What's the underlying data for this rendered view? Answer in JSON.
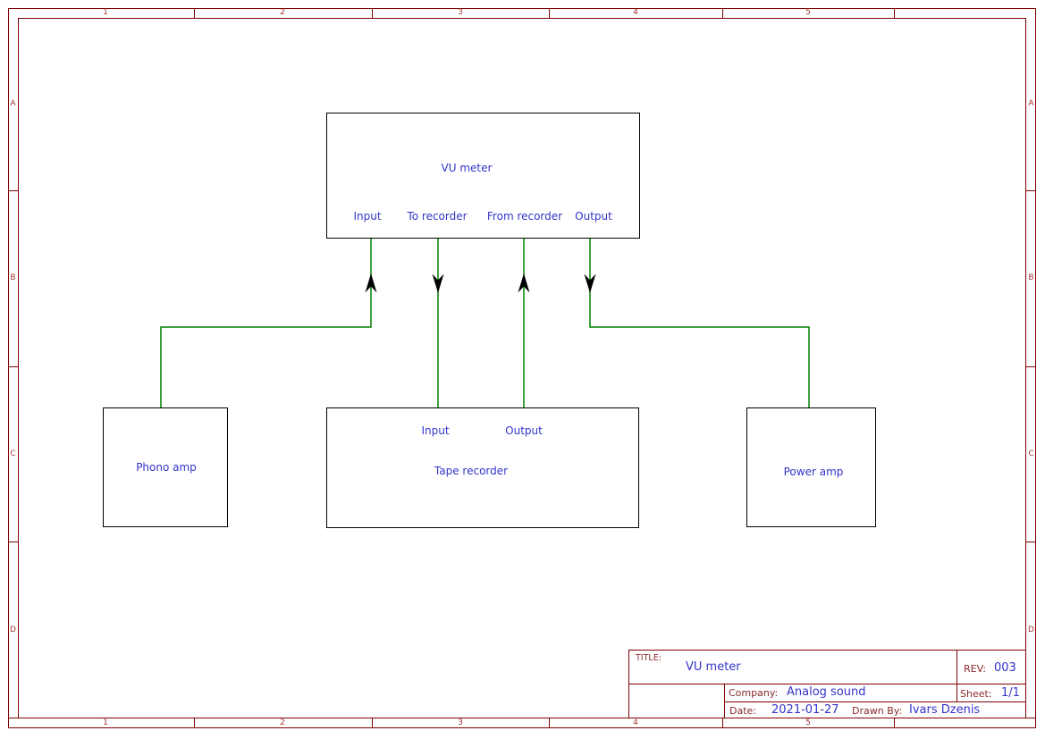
{
  "sheet": {
    "frame": {
      "column_labels": [
        "1",
        "2",
        "3",
        "4",
        "5"
      ],
      "row_labels": [
        "A",
        "B",
        "C",
        "D"
      ]
    },
    "blocks": {
      "vu_meter": {
        "title": "VU meter",
        "ports": {
          "input": "Input",
          "to_recorder": "To recorder",
          "from_recorder": "From recorder",
          "output": "Output"
        }
      },
      "phono_amp": {
        "title": "Phono amp"
      },
      "tape_recorder": {
        "title": "Tape recorder",
        "ports": {
          "input": "Input",
          "output": "Output"
        }
      },
      "power_amp": {
        "title": "Power amp"
      }
    },
    "title_block": {
      "title_label": "TITLE:",
      "title": "VU meter",
      "rev_label": "REV:",
      "rev": "003",
      "company_label": "Company:",
      "company": "Analog sound",
      "sheet_label": "Sheet:",
      "sheet": "1/1",
      "date_label": "Date:",
      "date": "2021-01-27",
      "drawn_by_label": "Drawn By:",
      "drawn_by": "Ivars Dzenis"
    },
    "colors": {
      "frame": "#800000",
      "frame_text": "#a03434",
      "wire": "#008000",
      "label_text": "#3333cc",
      "block_border": "#000000"
    }
  }
}
